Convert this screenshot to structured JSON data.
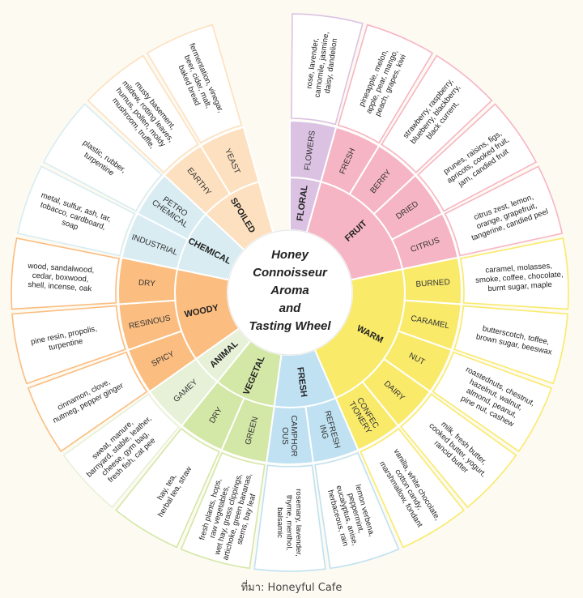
{
  "title": [
    "Honey",
    "Connoisseur",
    "Aroma",
    "and",
    "Tasting Wheel"
  ],
  "source": "ที่มา: Honeyful Cafe",
  "colors": {
    "fruit": "#f6b5c4",
    "warm": "#f9ea6a",
    "fresh": "#bfe1f2",
    "vegetal": "#d3e7a6",
    "animal": "#e6f1d8",
    "woody": "#fbbd80",
    "chemical": "#d8ecf2",
    "spoiled": "#fde0bf",
    "floral": "#dbc2e3"
  },
  "categories": [
    {
      "key": "floral",
      "label": "FLORAL",
      "subs": [
        {
          "label": "FLOWERS",
          "desc": [
            "rose, lavender,",
            "camomile, jasmine,",
            "daisy, dandelion"
          ]
        }
      ]
    },
    {
      "key": "fruit",
      "label": "FRUIT",
      "subs": [
        {
          "label": "FRESH",
          "desc": [
            "pineapple, melon,",
            "apple, pear, mango,",
            "peach, grapes, kiwi"
          ]
        },
        {
          "label": "BERRY",
          "desc": [
            "strawberry, raspberry,",
            "blueberry, blackberry,",
            "black current,"
          ]
        },
        {
          "label": "DRIED",
          "desc": [
            "prunes, raisins, figs,",
            "apricots, cooked fruit,",
            "jam, candied fruit"
          ]
        },
        {
          "label": "CITRUS",
          "desc": [
            "citrus zest, lemon,",
            "orange, grapefruit,",
            "tangerine, candied peel"
          ]
        }
      ]
    },
    {
      "key": "warm",
      "label": "WARM",
      "subs": [
        {
          "label": "BURNED",
          "desc": [
            "caramel, molasses,",
            "smoke, coffee, chocolate,",
            "burnt sugar, maple"
          ]
        },
        {
          "label": "CARAMEL",
          "desc": [
            "butterscotch, toffee,",
            "brown sugar, beeswax"
          ]
        },
        {
          "label": "NUT",
          "desc": [
            "roastednuts, chestnut,",
            "hazelnut, walnut,",
            "almond, peanut,",
            "pine nut, cashew"
          ]
        },
        {
          "label": "DAIRY",
          "desc": [
            "milk, fresh butter,",
            "cooked butter, yogurt,",
            "rancid butter"
          ]
        },
        {
          "label": "CONFEC TIONERY",
          "desc": [
            "vanilla, white chocolate,",
            "cotton candy,",
            "marshmallow, fondant"
          ]
        }
      ]
    },
    {
      "key": "fresh",
      "label": "FRESH",
      "subs": [
        {
          "label": "REFRESH ING",
          "desc": [
            "lemon verbena,",
            "peppermint,",
            "eucalyptus, anise,",
            "herbaceous, rain"
          ]
        },
        {
          "label": "CAMPHOR OUS",
          "desc": [
            "rosemary, lavender,",
            "thyme, menthol,",
            "balsamic"
          ]
        }
      ]
    },
    {
      "key": "vegetal",
      "label": "VEGETAL",
      "subs": [
        {
          "label": "GREEN",
          "desc": [
            "fresh plants, hops,",
            "raw vegetables,",
            "wet hay, grass clippings,",
            "artichoke, green bananas,",
            "stems, bay leaf"
          ]
        },
        {
          "label": "DRY",
          "desc": [
            "hay, tea,",
            "herbal tea, straw"
          ]
        }
      ]
    },
    {
      "key": "animal",
      "label": "ANIMAL",
      "subs": [
        {
          "label": "GAMEY",
          "desc": [
            "sweat, manure,",
            "barnyard, stable, leather,",
            "cheese, gym bag,",
            "fresh fish, cat pee"
          ]
        }
      ]
    },
    {
      "key": "woody",
      "label": "WOODY",
      "subs": [
        {
          "label": "SPICY",
          "desc": [
            "cinnamon, clove,",
            "nutmeg, pepper ginger"
          ]
        },
        {
          "label": "RESINOUS",
          "desc": [
            "pine resin, propolis,",
            "turpentine"
          ]
        },
        {
          "label": "DRY",
          "desc": [
            "wood, sandalwood,",
            "cedar, boxwood,",
            "shell, incense, oak"
          ]
        }
      ]
    },
    {
      "key": "chemical",
      "label": "CHEMICAL",
      "subs": [
        {
          "label": "INDUSTRIAL",
          "desc": [
            "metal, sulfur, ash, tar,",
            "tobacco, cardboard,",
            "soap"
          ]
        },
        {
          "label": "PETRO CHEMICAL",
          "desc": [
            "plastic, rubber,",
            "turpentine"
          ]
        }
      ]
    },
    {
      "key": "spoiled",
      "label": "SPOILED",
      "subs": [
        {
          "label": "EARTHY",
          "desc": [
            "musty basement,",
            "mildew, rotting leaves,",
            "humus, pollen, moldy",
            "mushroom, truffle,"
          ]
        },
        {
          "label": "YEAST",
          "desc": [
            "fermentation, vinegar,",
            "beer, cider, malt,",
            "baked bread"
          ]
        }
      ]
    }
  ]
}
